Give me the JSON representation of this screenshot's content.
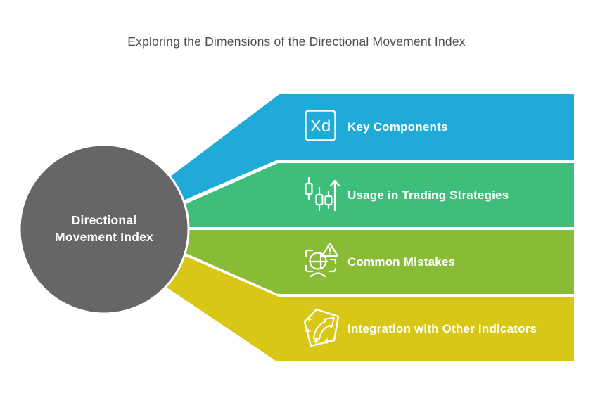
{
  "title": "Exploring the Dimensions of the Directional Movement Index",
  "center_node": {
    "line1": "Directional",
    "line2": "Movement Index",
    "fill": "#666666"
  },
  "branches": [
    {
      "label": "Key Components",
      "color": "#20AAD8",
      "icon": "xd-logo-icon",
      "icon_text": "Xd"
    },
    {
      "label": "Usage in Trading Strategies",
      "color": "#3FBE7B",
      "icon": "candlestick-chart-icon"
    },
    {
      "label": "Common Mistakes",
      "color": "#8ABB35",
      "icon": "mistake-warning-icon"
    },
    {
      "label": "Integration with Other Indicators",
      "color": "#D8C716",
      "icon": "integration-arrow-icon"
    }
  ]
}
